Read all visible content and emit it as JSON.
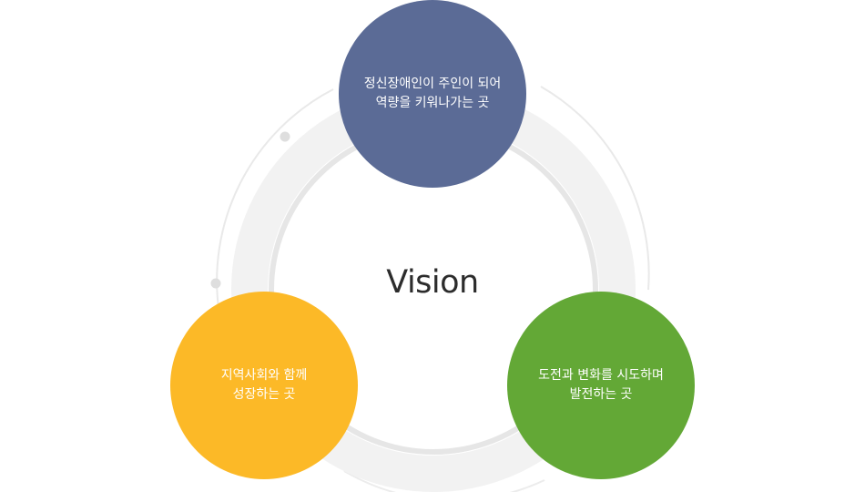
{
  "center": {
    "title": "Vision"
  },
  "nodes": [
    {
      "id": "top",
      "lines": [
        "정신장애인이 주인이 되어",
        "역량을 키워나가는 곳"
      ],
      "color": "#5b6b96"
    },
    {
      "id": "left",
      "lines": [
        "지역사회와 함께",
        "성장하는 곳"
      ],
      "color": "#fcb927"
    },
    {
      "id": "right",
      "lines": [
        "도전과 변화를 시도하며",
        "발전하는 곳"
      ],
      "color": "#63a836"
    }
  ],
  "colors": {
    "ring_fill": "#f2f2f2",
    "ring_inner_line": "#e6e6e6",
    "outer_arc": "#e9e9e9",
    "dot": "#dedede"
  }
}
